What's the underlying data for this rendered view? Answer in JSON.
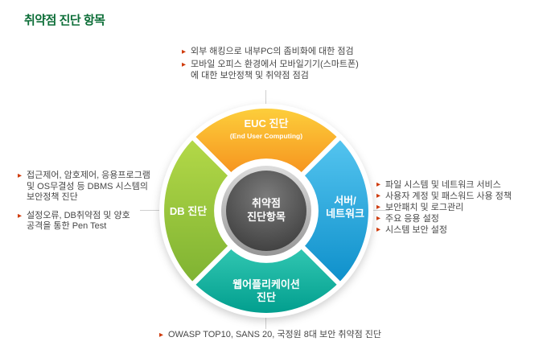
{
  "ui": {
    "bullet_char": "▸"
  },
  "page": {
    "title": "취약점 진단 항목"
  },
  "diagram": {
    "center": {
      "line1": "취약점",
      "line2": "진단항목",
      "bg": "#3f3f3f",
      "ring": "#b5b5b5"
    },
    "segments": {
      "top": {
        "label": "EUC 진단",
        "sublabel": "(End User Computing)",
        "gradient": {
          "from": "#fdd03c",
          "to": "#f6921e"
        }
      },
      "right": {
        "label_line1": "서버/",
        "label_line2": "네트워크",
        "gradient": {
          "from": "#55c5f0",
          "to": "#0d8fca"
        }
      },
      "bottom": {
        "label_line1": "웹어플리케이션",
        "label_line2": "진단",
        "gradient": {
          "from": "#33c8b3",
          "to": "#009d8d"
        }
      },
      "left": {
        "label": "DB 진단",
        "gradient": {
          "from": "#b4d948",
          "to": "#7eb232"
        }
      }
    }
  },
  "annotations": {
    "top": {
      "items": [
        {
          "lines": [
            "외부 해킹으로 내부PC의 좀비화에 대한 점검"
          ]
        },
        {
          "lines": [
            "모바일 오피스 환경에서 모바일기기(스마트폰)",
            "에 대한 보안정책 및 취약점 점검"
          ]
        }
      ]
    },
    "left": {
      "items": [
        {
          "lines": [
            "접근제어, 암호제어, 응용프로그램",
            "및 OS무결성 등 DBMS 시스템의",
            "보안정책 진단"
          ]
        },
        {
          "lines": [
            "설정오류, DB취약점 및 양호",
            "공격을 통한 Pen Test"
          ]
        }
      ]
    },
    "right": {
      "items": [
        {
          "lines": [
            "파일 시스템 및 네트워크 서비스"
          ]
        },
        {
          "lines": [
            "사용자 계정 및 패스워드 사용 정책"
          ]
        },
        {
          "lines": [
            "보안패치 및 로그관리"
          ]
        },
        {
          "lines": [
            "주요 응용 설정"
          ]
        },
        {
          "lines": [
            "시스템 보안 설정"
          ]
        }
      ]
    },
    "bottom": {
      "items": [
        {
          "lines": [
            "OWASP TOP10, SANS 20, 국정원 8대 보안 취약점 진단"
          ]
        }
      ]
    }
  }
}
